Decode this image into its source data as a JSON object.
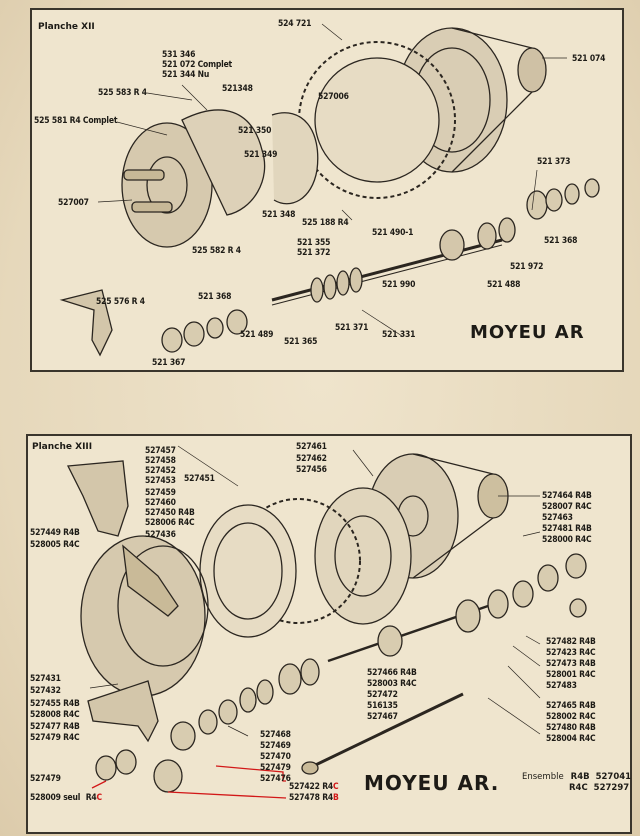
{
  "plate_xii": {
    "title": "Planche XII",
    "heading": "MOYEU AR",
    "labels": [
      "524 721",
      "521 074",
      "531 346",
      "521 072 Complet",
      "521 344 Nu",
      "525 583 R 4",
      "521348",
      "527006",
      "525 581 R4 Complet",
      "521 350",
      "521 349",
      "527007",
      "521 348",
      "525 582 R 4",
      "525 188 R4",
      "521 373",
      "521 490-1",
      "521 355",
      "521 372",
      "521 368",
      "521 972",
      "521 990",
      "521 488",
      "525 576 R 4",
      "521 368",
      "521 489",
      "521 371",
      "521 331",
      "521 365",
      "521 367"
    ]
  },
  "plate_xiii": {
    "title": "Planche XIII",
    "heading": "MOYEU AR.",
    "ensemble": {
      "label": "Ensemble",
      "row1_code": "R4B",
      "row1_ref": "527041",
      "row2_code": "R4C",
      "row2_ref": "527297"
    },
    "labels": [
      "527457",
      "527458",
      "527452",
      "527453",
      "527451",
      "527459",
      "527460",
      "527450 R4B",
      "528006 R4C",
      "527436",
      "527461",
      "527462",
      "527456",
      "527449 R4B",
      "528005 R4C",
      "527464 R4B",
      "528007 R4C",
      "527463",
      "527481 R4B",
      "528000 R4C",
      "527482 R4B",
      "527423 R4C",
      "527473 R4B",
      "528001 R4C",
      "527483",
      "527466 R4B",
      "528003 R4C",
      "527472",
      "516135",
      "527467",
      "527431",
      "527432",
      "527455 R4B",
      "528008 R4C",
      "527477 R4B",
      "527479 R4C",
      "527468",
      "527469",
      "527470",
      "527479",
      "527476",
      "527465 R4B",
      "528002 R4C",
      "527480 R4B",
      "528004 R4C",
      "527479"
    ],
    "bottom_left": {
      "ref": "528009",
      "text": "seul",
      "code_black": "R4",
      "code_red": "C"
    },
    "red_labels": [
      {
        "ref": "527422",
        "code_black": "R4",
        "code_red": "C"
      },
      {
        "ref": "527478",
        "code_black": "R4",
        "code_red": "B"
      }
    ]
  }
}
